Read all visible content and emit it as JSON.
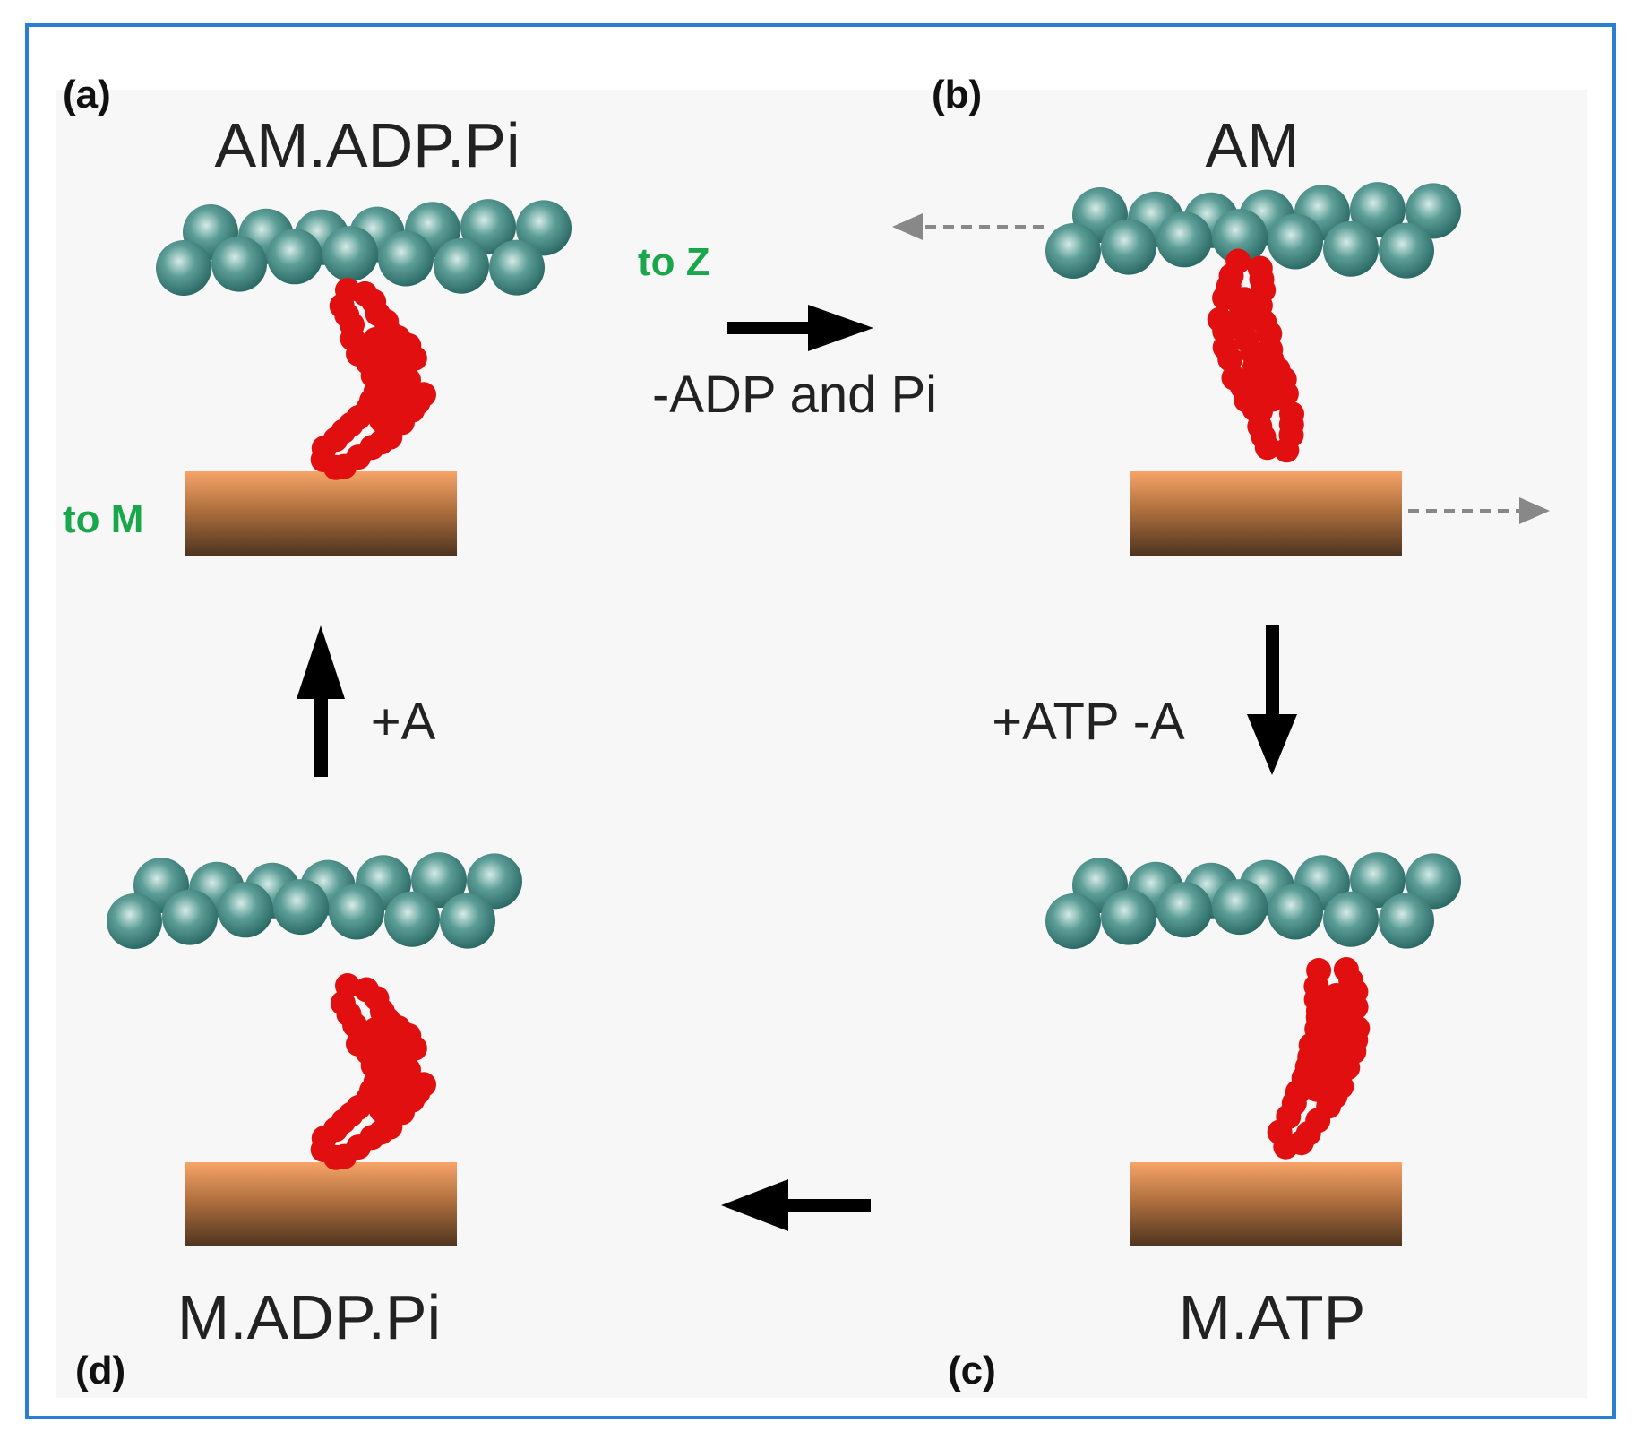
{
  "panels": {
    "a": {
      "letter": "(a)",
      "state": "AM.ADP.Pi"
    },
    "b": {
      "letter": "(b)",
      "state": "AM"
    },
    "c": {
      "letter": "(c)",
      "state": "M.ATP"
    },
    "d": {
      "letter": "(d)",
      "state": "M.ADP.Pi"
    }
  },
  "transitions": {
    "a_to_b": "-ADP and Pi",
    "b_to_c": "+ATP -A",
    "c_to_d": "",
    "d_to_a": "+A"
  },
  "filament_ends": {
    "actin": "to Z",
    "myosin": "to M"
  },
  "colors": {
    "frame": "#2a7fd0",
    "background": "#f7f7f7",
    "actin": "#3f8a84",
    "myosin_head": "#e10f0f",
    "thick_filament_top": "#f59a5a",
    "thick_filament_bottom": "#5a3c22",
    "end_labels": "#1aa64a",
    "motion_arrows": "#888888"
  }
}
